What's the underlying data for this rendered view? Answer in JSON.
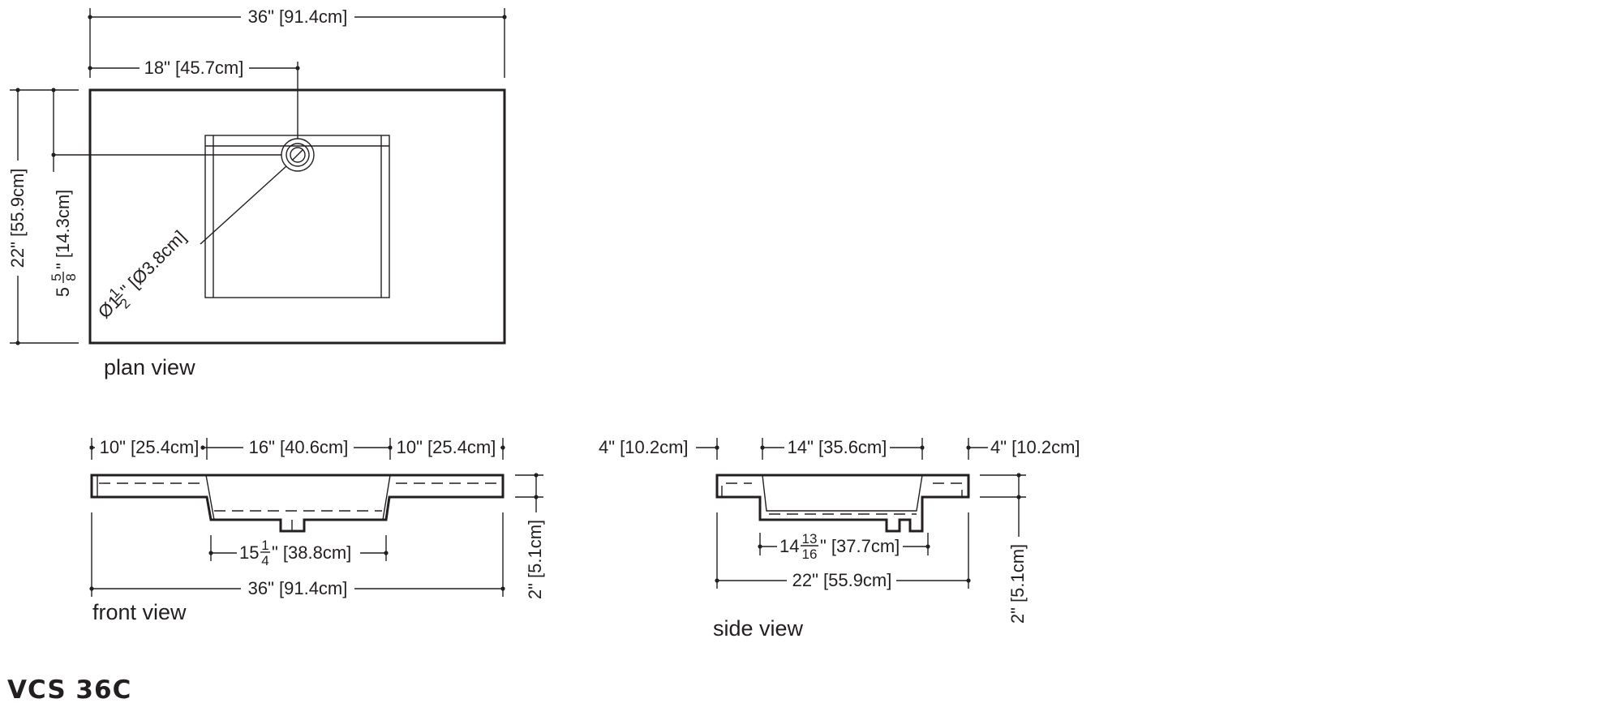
{
  "title": "VCS 36C",
  "views": {
    "plan": {
      "label": "plan view",
      "overall_width": "36\" [91.4cm]",
      "drain_offset": "18\" [45.7cm]",
      "overall_depth": "22\" [55.9cm]",
      "drain_depth_whole": "5",
      "drain_depth_num": "5",
      "drain_depth_den": "8",
      "drain_depth_rest": "\" [14.3cm]",
      "drain_dia_prefix": "Ø1",
      "drain_dia_num": "1",
      "drain_dia_den": "2",
      "drain_dia_rest": "\" [Ø3.8cm]"
    },
    "front": {
      "label": "front view",
      "left_deck": "10\" [25.4cm]",
      "basin_width": "16\" [40.6cm]",
      "right_deck": "10\" [25.4cm]",
      "bottom_whole": "15",
      "bottom_num": "1",
      "bottom_den": "4",
      "bottom_rest": "\" [38.8cm]",
      "overall_width": "36\" [91.4cm]",
      "height": "2\" [5.1cm]"
    },
    "side": {
      "label": "side view",
      "left_deck": "4\" [10.2cm]",
      "basin_depth": "14\" [35.6cm]",
      "right_deck": "4\" [10.2cm]",
      "bottom_whole": "14",
      "bottom_num": "13",
      "bottom_den": "16",
      "bottom_rest": "\" [37.7cm]",
      "overall_depth": "22\" [55.9cm]",
      "height": "2\" [5.1cm]"
    }
  }
}
